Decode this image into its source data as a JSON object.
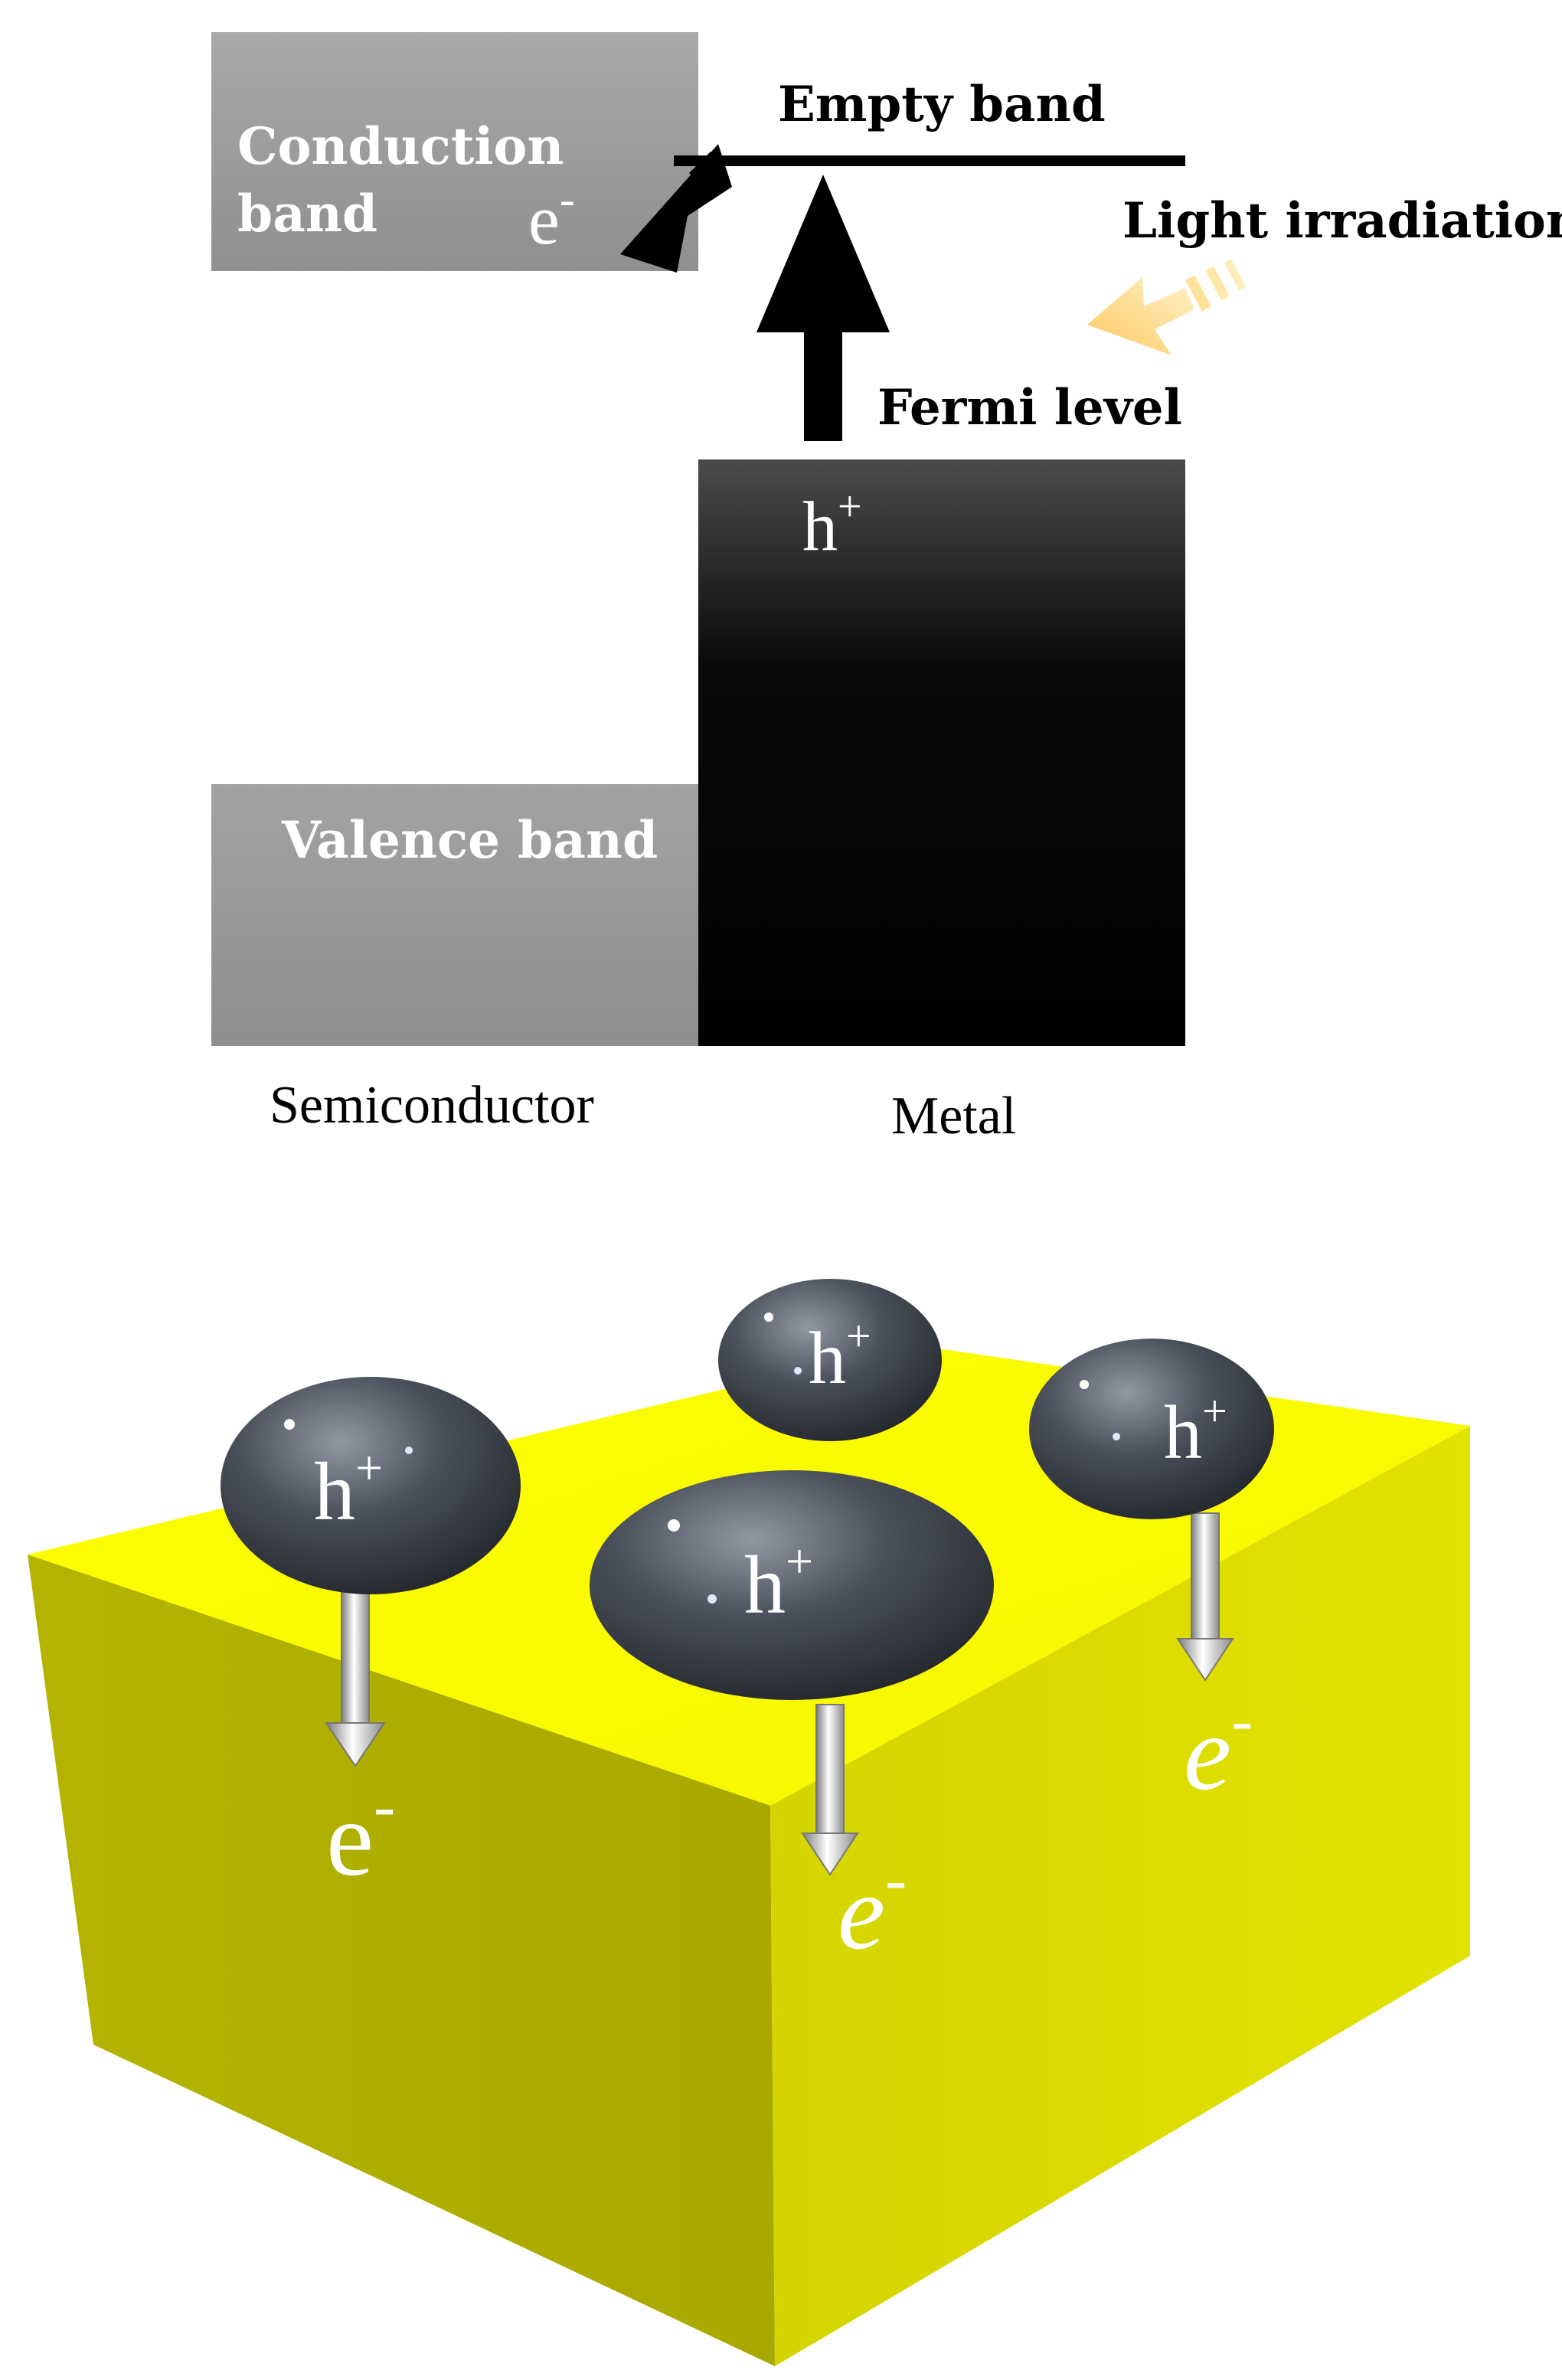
{
  "band_diagram": {
    "conduction_band_line1": "Conduction",
    "conduction_band_line2": "band",
    "electron_label": "e",
    "electron_charge": "-",
    "empty_band_label": "Empty band",
    "light_label": "Light irradiation",
    "fermi_label": "Fermi level",
    "hole_label": "h",
    "hole_charge": "+",
    "valence_band_label": "Valence band",
    "semiconductor_label": "Semiconductor",
    "metal_label": "Metal"
  },
  "particle_scene": {
    "hole_label": "h",
    "hole_charge": "+",
    "electron_label": "e",
    "electron_charge": "-"
  },
  "colors": {
    "band_gray": "#9a9a9a",
    "metal_black": "#000000",
    "substrate_yellow": "#ffff00",
    "light_arrow": "#ffd978"
  }
}
